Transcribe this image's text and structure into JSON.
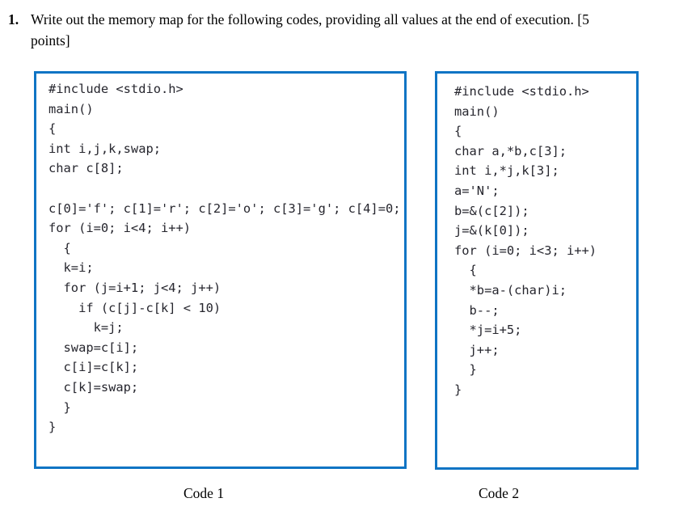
{
  "question": {
    "number": "1.",
    "lines": [
      "Write out the memory map for the following codes, providing all values at the end of execution. [5",
      "points]"
    ]
  },
  "code1": {
    "caption": "Code 1",
    "lines": [
      "#include <stdio.h>",
      "main()",
      "{",
      "int i,j,k,swap;",
      "char c[8];",
      "",
      "c[0]='f'; c[1]='r'; c[2]='o'; c[3]='g'; c[4]=0;",
      "for (i=0; i<4; i++)",
      "  {",
      "  k=i;",
      "  for (j=i+1; j<4; j++)",
      "    if (c[j]-c[k] < 10)",
      "      k=j;",
      "  swap=c[i];",
      "  c[i]=c[k];",
      "  c[k]=swap;",
      "  }",
      "}"
    ]
  },
  "code2": {
    "caption": "Code 2",
    "lines": [
      "#include <stdio.h>",
      "main()",
      "{",
      "char a,*b,c[3];",
      "int i,*j,k[3];",
      "a='N';",
      "b=&(c[2]);",
      "j=&(k[0]);",
      "for (i=0; i<3; i++)",
      "  {",
      "  *b=a-(char)i;",
      "  b--;",
      "  *j=i+5;",
      "  j++;",
      "  }",
      "}"
    ]
  },
  "colors": {
    "box_border": "#0f74c4",
    "code_text": "#26262e",
    "body_text": "#000000",
    "background": "#ffffff"
  }
}
